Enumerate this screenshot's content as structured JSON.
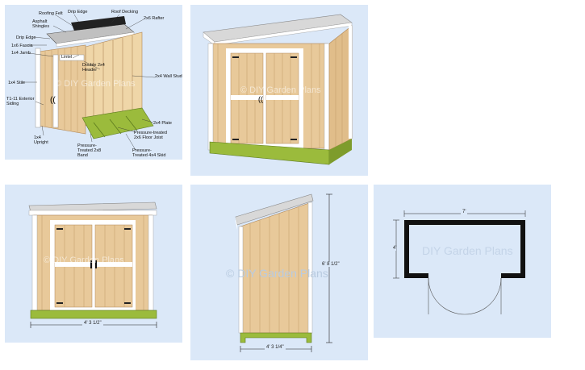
{
  "watermark": "© DIY Garden Plans",
  "watermark_plain": "DIY Garden Plans",
  "exploded_labels": {
    "roofing_felt": "Roofing Felt",
    "drip_edge_top": "Drip Edge",
    "roof_decking": "Roof Decking",
    "rafter": "2x6 Rafter",
    "asphalt_shingles": "Asphalt Shingles",
    "drip_edge_side": "Drip Edge",
    "fascia": "1x6 Fascia",
    "jamb": "1x4 Jamb",
    "lintel": "Lintel",
    "double_header": "Double 2x4 Header",
    "wall_stud": "2x4 Wall Stud",
    "stile": "1x4 Stile",
    "siding": "T1-11 Exterior Siding",
    "plate": "2x4 Plate",
    "floor_joist": "Pressure-treated 2x6 Floor Joist",
    "upright": "1x4 Upright",
    "band": "Pressure-Treated 2x8 Band",
    "skid": "Pressure-Treated 4x4 Skid"
  },
  "dimensions": {
    "front_width": "4' 3 1/2\"",
    "side_width": "4' 3 1/4\"",
    "side_height": "6' 8 1/2\"",
    "plan_width": "7'",
    "plan_depth": "4'"
  },
  "colors": {
    "panel_bg": "#dbe8f8",
    "wood": "#e8c99a",
    "wood_dark": "#c9a06c",
    "trim": "#ffffff",
    "base": "#9bbb3c",
    "roof": "#d9d9d9",
    "wall_plan": "#111111"
  }
}
